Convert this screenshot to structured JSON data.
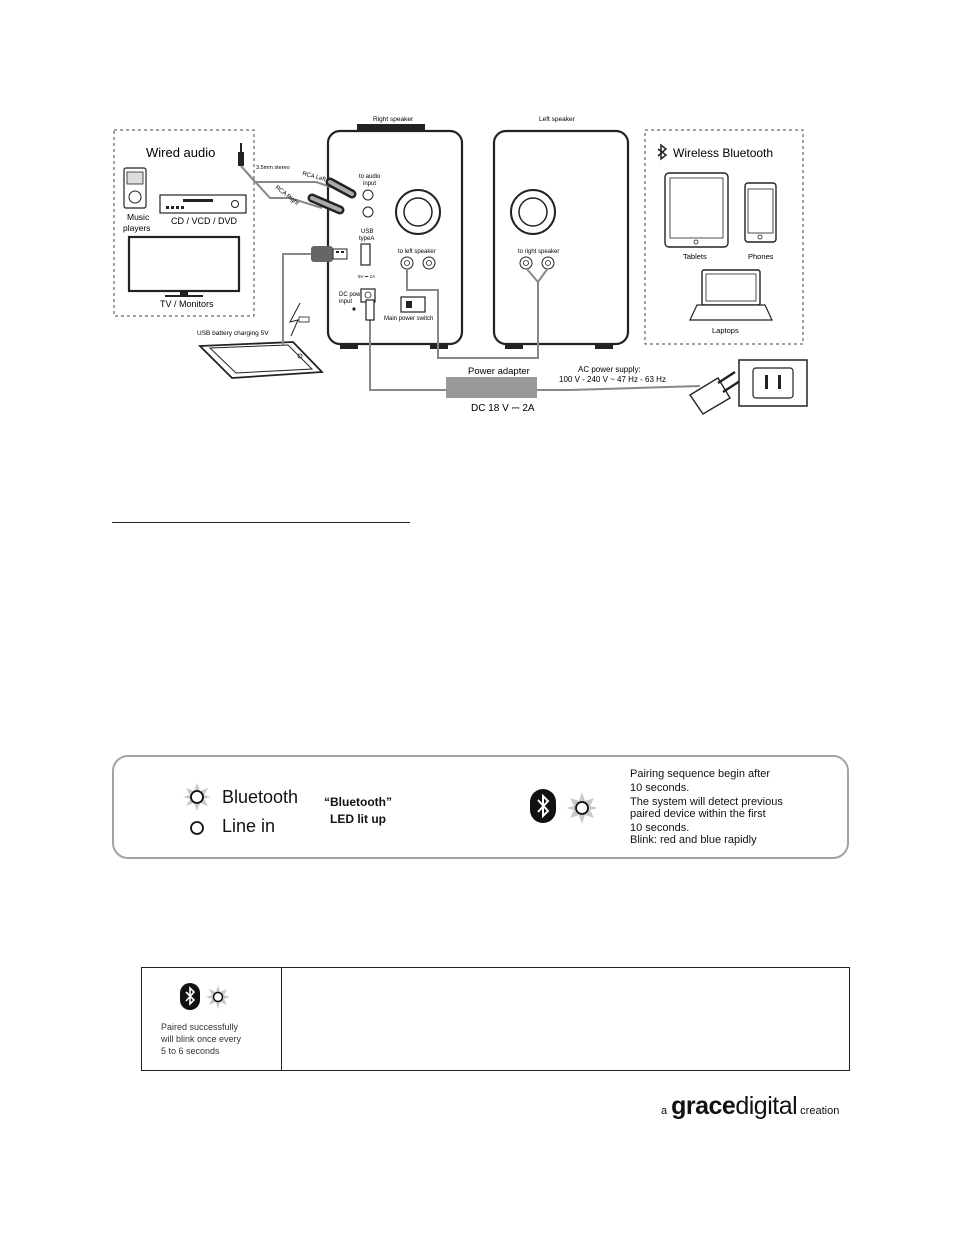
{
  "diagram": {
    "right_speaker": "Right speaker",
    "left_speaker": "Left speaker",
    "wired_audio": "Wired audio",
    "stereo_35": "3.5mm stereo",
    "rca_left": "RCA Left",
    "rca_right": "RCA Right",
    "music_players": [
      "Music",
      "players"
    ],
    "cd_vcd_dvd": "CD / VCD / DVD",
    "tv_monitors": "TV / Monitors",
    "usb_charging": "USB battery charging 5V",
    "to_audio_input": [
      "to audio",
      "input"
    ],
    "usb_type_a": [
      "USB",
      "typeA"
    ],
    "usb_rating": "5V ⎓ 1A",
    "dc_power_input": [
      "DC power",
      "input"
    ],
    "main_power_switch": "Main power switch",
    "to_left_speaker": "to left speaker",
    "to_right_speaker": "to right speaker",
    "wireless_bluetooth": "Wireless Bluetooth",
    "tablets": "Tablets",
    "phones": "Phones",
    "laptops": "Laptops",
    "power_adapter": "Power adapter",
    "dc_rating": "DC 18 V ⎓ 2A",
    "ac_supply": [
      "AC power supply:",
      "100 V - 240 V ~ 47 Hz - 63 Hz"
    ]
  },
  "status_panel": {
    "mode_bluetooth": "Bluetooth",
    "mode_line_in": "Line in",
    "led_note": [
      "“Bluetooth”",
      "LED lit up"
    ],
    "pairing_text": [
      "Pairing sequence begin after",
      "10 seconds.",
      "The system will detect previous",
      "paired device within the first",
      "10 seconds.",
      "Blink: red and blue rapidly"
    ]
  },
  "status_table": {
    "paired_text": [
      "Paired successfully",
      "will blink once every",
      "5 to 6 seconds"
    ]
  },
  "brand": {
    "prefix": "a",
    "name_bold": "grace",
    "name_light": "digital",
    "suffix": "creation"
  }
}
